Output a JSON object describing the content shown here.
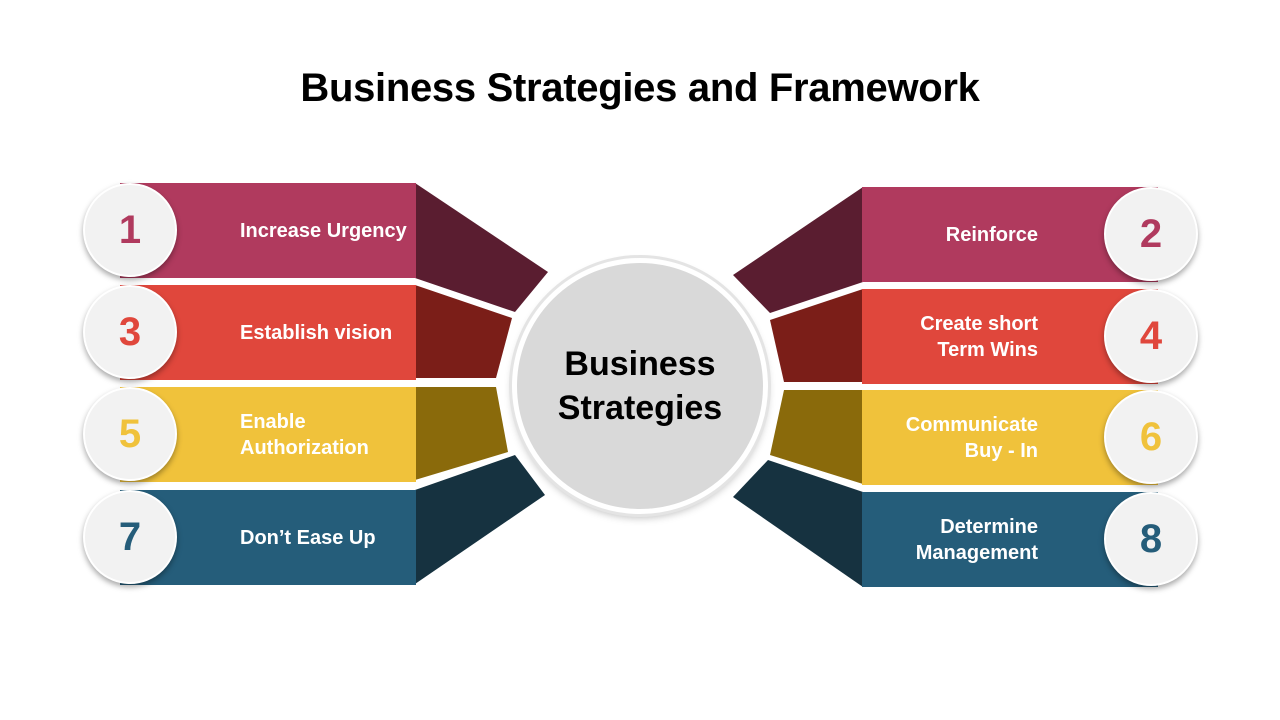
{
  "title": "Business Strategies and Framework",
  "center": {
    "line1": "Business",
    "line2": "Strategies"
  },
  "colors": {
    "magenta": "#b03a5e",
    "magenta_dark": "#5a1d30",
    "red": "#e0473c",
    "red_dark": "#7b1e18",
    "yellow": "#f0c23b",
    "yellow_dark": "#8a6a0b",
    "blue": "#255d7a",
    "blue_dark": "#163240",
    "circle_bg": "#f2f2f2",
    "center_bg": "#d9d9d9"
  },
  "items": [
    {
      "number": "1",
      "line1": "Increase Urgency",
      "line2": "",
      "color": "magenta"
    },
    {
      "number": "2",
      "line1": "Reinforce",
      "line2": "",
      "color": "magenta"
    },
    {
      "number": "3",
      "line1": "Establish vision",
      "line2": "",
      "color": "red"
    },
    {
      "number": "4",
      "line1": "Create short",
      "line2": "Term Wins",
      "color": "red"
    },
    {
      "number": "5",
      "line1": "Enable",
      "line2": "Authorization",
      "color": "yellow"
    },
    {
      "number": "6",
      "line1": "Communicate",
      "line2": "Buy - In",
      "color": "yellow"
    },
    {
      "number": "7",
      "line1": "Don’t Ease Up",
      "line2": "",
      "color": "blue"
    },
    {
      "number": "8",
      "line1": "Determine",
      "line2": "Management",
      "color": "blue"
    }
  ]
}
